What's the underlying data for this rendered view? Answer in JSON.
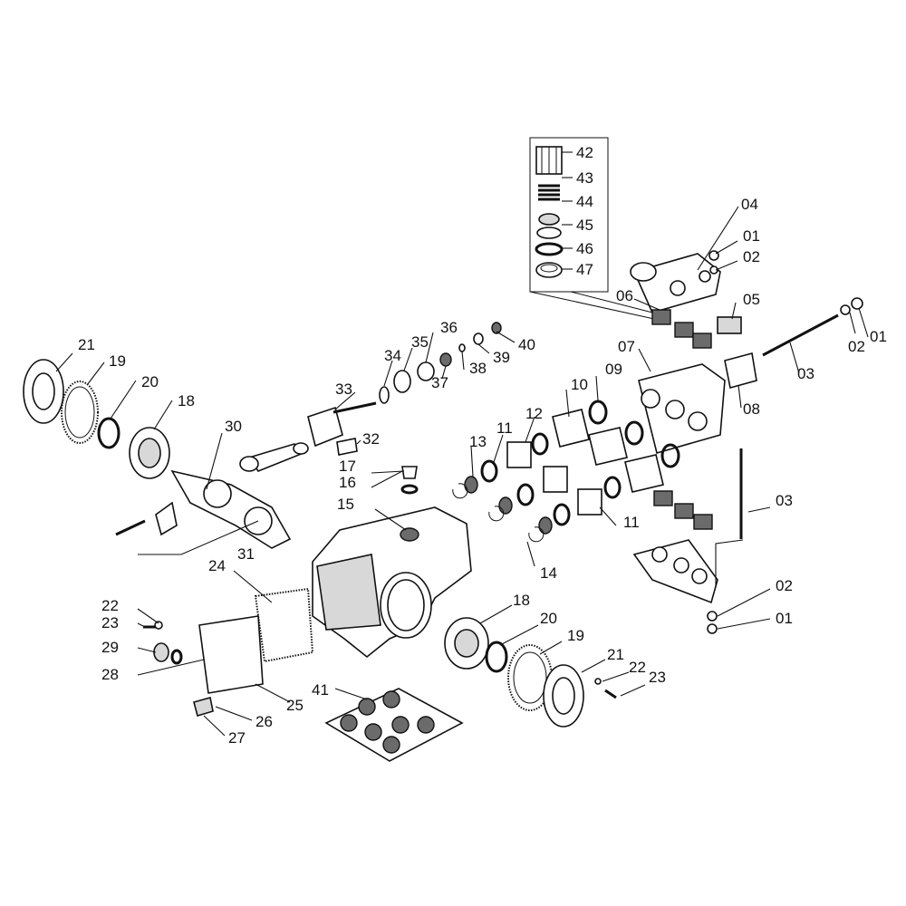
{
  "diagram": {
    "title": "Pump exploded parts diagram",
    "labels": {
      "p01a": "01",
      "p02a": "02",
      "p01b": "01",
      "p02b": "02",
      "p01c": "01",
      "p02c": "02",
      "p03a": "03",
      "p03b": "03",
      "p04": "04",
      "p05": "05",
      "p06": "06",
      "p07": "07",
      "p08": "08",
      "p09": "09",
      "p10": "10",
      "p11a": "11",
      "p11b": "11",
      "p12": "12",
      "p13": "13",
      "p14": "14",
      "p15": "15",
      "p16": "16",
      "p17": "17",
      "p18a": "18",
      "p18b": "18",
      "p19a": "19",
      "p19b": "19",
      "p20a": "20",
      "p20b": "20",
      "p21a": "21",
      "p21b": "21",
      "p22a": "22",
      "p22b": "22",
      "p23a": "23",
      "p23b": "23",
      "p24": "24",
      "p25": "25",
      "p26": "26",
      "p27": "27",
      "p28": "28",
      "p29": "29",
      "p30": "30",
      "p31": "31",
      "p32": "32",
      "p33": "33",
      "p34": "34",
      "p35": "35",
      "p36": "36",
      "p37": "37",
      "p38": "38",
      "p39": "39",
      "p40": "40",
      "p41": "41",
      "p42": "42",
      "p43": "43",
      "p44": "44",
      "p45": "45",
      "p46": "46",
      "p47": "47"
    }
  }
}
